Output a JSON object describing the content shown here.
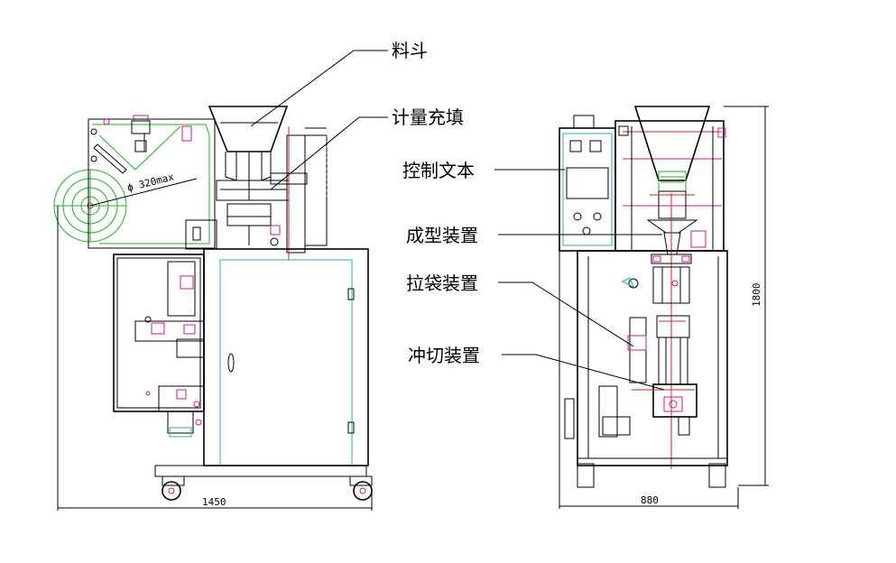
{
  "labels": {
    "hopper": "料斗",
    "metering": "计量充填",
    "control": "控制文本",
    "forming": "成型装置",
    "pulling": "拉袋装置",
    "cutting": "冲切装置"
  },
  "dimensions": {
    "side_width": "1450",
    "front_width": "880",
    "height": "1800",
    "roll_diameter": "ϕ 320max"
  },
  "colors": {
    "outline": "#000000",
    "film": "#19b519",
    "door": "#1fb7b7",
    "detail": "#d4148f",
    "centerline": "#e01b1b"
  }
}
